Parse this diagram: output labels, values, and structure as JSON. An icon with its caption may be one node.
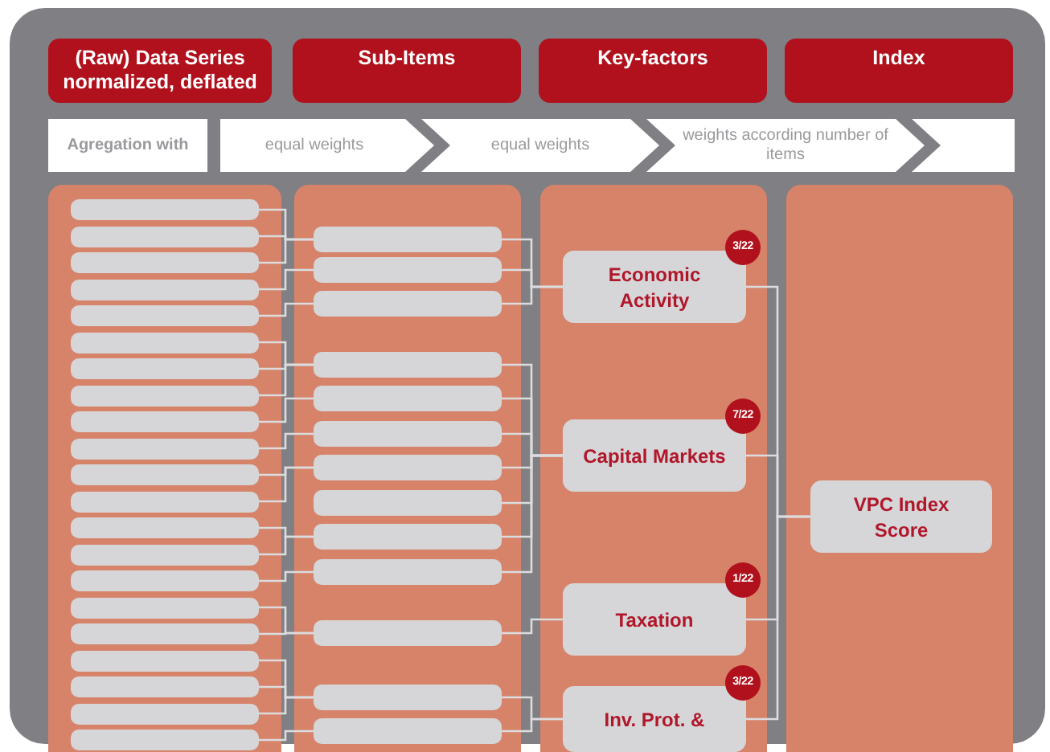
{
  "diagram": {
    "nodes": [
      {
        "text": [
          "(Raw) Data Series normalized, deflated"
        ]
      },
      {
        "text": [
          "Sub-Items"
        ]
      },
      {
        "text": [
          "Key-factors"
        ]
      },
      {
        "text": [
          "Index"
        ]
      },
      {
        "text": [
          "Agregation with"
        ]
      },
      {
        "text": [
          "equal weights"
        ]
      },
      {
        "text": [
          "equal weights"
        ]
      },
      {
        "text": [
          "weights according number of items"
        ]
      },
      {
        "text": [],
        "shape": "arrow"
      },
      {
        "text": [],
        "shape": "box"
      },
      {
        "text": [],
        "shape": "bar",
        "in": 9
      },
      {
        "text": [],
        "shape": "bar",
        "in": 9
      },
      {
        "text": [],
        "shape": "bar",
        "in": 9
      },
      {
        "text": [],
        "shape": "bar",
        "in": 9
      },
      {
        "text": [],
        "shape": "bar",
        "in": 9
      },
      {
        "text": [],
        "shape": "bar",
        "in": 9
      },
      {
        "text": [],
        "shape": "bar",
        "in": 9
      },
      {
        "text": [],
        "shape": "bar",
        "in": 9
      },
      {
        "text": [],
        "shape": "bar",
        "in": 9
      },
      {
        "text": [],
        "shape": "bar",
        "in": 9
      },
      {
        "text": [],
        "shape": "bar",
        "in": 9
      },
      {
        "text": [],
        "shape": "bar",
        "in": 9
      },
      {
        "text": [],
        "shape": "bar",
        "in": 9
      },
      {
        "text": [],
        "shape": "bar",
        "in": 9
      },
      {
        "text": [],
        "shape": "bar",
        "in": 9
      },
      {
        "text": [],
        "shape": "bar",
        "in": 9
      },
      {
        "text": [],
        "shape": "bar",
        "in": 9
      },
      {
        "text": [],
        "shape": "bar",
        "in": 9
      },
      {
        "text": [],
        "shape": "bar",
        "in": 9
      },
      {
        "text": [],
        "shape": "bar",
        "in": 9
      },
      {
        "text": [],
        "shape": "bar",
        "in": 9
      },
      {
        "text": [],
        "shape": "box"
      },
      {
        "text": [],
        "shape": "bar",
        "in": 31
      },
      {
        "text": [],
        "shape": "bar",
        "in": 31
      },
      {
        "text": [],
        "shape": "bar",
        "in": 31
      },
      {
        "text": [],
        "shape": "bar",
        "in": 31
      },
      {
        "text": [],
        "shape": "bar",
        "in": 31
      },
      {
        "text": [],
        "shape": "bar",
        "in": 31
      },
      {
        "text": [],
        "shape": "bar",
        "in": 31
      },
      {
        "text": [],
        "shape": "bar",
        "in": 31
      },
      {
        "text": [],
        "shape": "bar",
        "in": 31
      },
      {
        "text": [],
        "shape": "bar",
        "in": 31
      },
      {
        "text": [],
        "shape": "bar",
        "in": 31
      },
      {
        "text": [],
        "shape": "bar",
        "in": 31
      },
      {
        "text": [],
        "shape": "bar",
        "in": 31
      },
      {
        "text": [],
        "shape": "box"
      },
      {
        "text": [
          "Economic Activity"
        ],
        "beside": [
          "3/22"
        ],
        "in": 45
      },
      {
        "text": [
          "Capital Markets"
        ],
        "beside": [
          "7/22"
        ],
        "in": 45
      },
      {
        "text": [
          "Taxation"
        ],
        "beside": [
          "1/22"
        ],
        "in": 45
      },
      {
        "text": [
          "Inv. Prot. &"
        ],
        "beside": [
          "3/22"
        ],
        "in": 45
      },
      {
        "text": [],
        "shape": "box"
      },
      {
        "text": [
          "VPC Index Score"
        ],
        "in": 50
      }
    ],
    "edges": [
      {
        "from": 10,
        "to": 32,
        "arrow": "none"
      },
      {
        "from": 11,
        "to": 32,
        "arrow": "none"
      },
      {
        "from": 12,
        "to": 32,
        "arrow": "none"
      },
      {
        "from": 13,
        "to": 33,
        "arrow": "none"
      },
      {
        "from": 14,
        "to": 34,
        "arrow": "none"
      },
      {
        "from": 15,
        "to": 35,
        "arrow": "none"
      },
      {
        "from": 16,
        "to": 35,
        "arrow": "none"
      },
      {
        "from": 17,
        "to": 35,
        "arrow": "none"
      },
      {
        "from": 18,
        "to": 36,
        "arrow": "none"
      },
      {
        "from": 19,
        "to": 37,
        "arrow": "none"
      },
      {
        "from": 20,
        "to": 38,
        "arrow": "none"
      },
      {
        "from": 21,
        "to": 38,
        "arrow": "none"
      },
      {
        "from": 22,
        "to": 40,
        "arrow": "none"
      },
      {
        "from": 23,
        "to": 40,
        "arrow": "none"
      },
      {
        "from": 24,
        "to": 41,
        "arrow": "none"
      },
      {
        "from": 25,
        "to": 42,
        "arrow": "none"
      },
      {
        "from": 26,
        "to": 42,
        "arrow": "none"
      },
      {
        "from": 27,
        "to": 43,
        "arrow": "none"
      },
      {
        "from": 28,
        "to": 43,
        "arrow": "none"
      },
      {
        "from": 29,
        "to": 43,
        "arrow": "none"
      },
      {
        "from": 30,
        "to": 44,
        "arrow": "none"
      },
      {
        "from": 32,
        "to": 46,
        "arrow": "none"
      },
      {
        "from": 33,
        "to": 46,
        "arrow": "none"
      },
      {
        "from": 34,
        "to": 46,
        "arrow": "none"
      },
      {
        "from": 35,
        "to": 47,
        "arrow": "none"
      },
      {
        "from": 36,
        "to": 47,
        "arrow": "none"
      },
      {
        "from": 37,
        "to": 47,
        "arrow": "none"
      },
      {
        "from": 38,
        "to": 47,
        "arrow": "none"
      },
      {
        "from": 39,
        "to": 47,
        "arrow": "none"
      },
      {
        "from": 40,
        "to": 47,
        "arrow": "none"
      },
      {
        "from": 41,
        "to": 47,
        "arrow": "none"
      },
      {
        "from": 42,
        "to": 48,
        "arrow": "none"
      },
      {
        "from": 43,
        "to": 49,
        "arrow": "none"
      },
      {
        "from": 44,
        "to": 49,
        "arrow": "none"
      },
      {
        "from": 46,
        "to": 51,
        "arrow": "none"
      },
      {
        "from": 47,
        "to": 51,
        "arrow": "none"
      },
      {
        "from": 48,
        "to": 51,
        "arrow": "none"
      },
      {
        "from": 49,
        "to": 51,
        "arrow": "none"
      }
    ]
  }
}
